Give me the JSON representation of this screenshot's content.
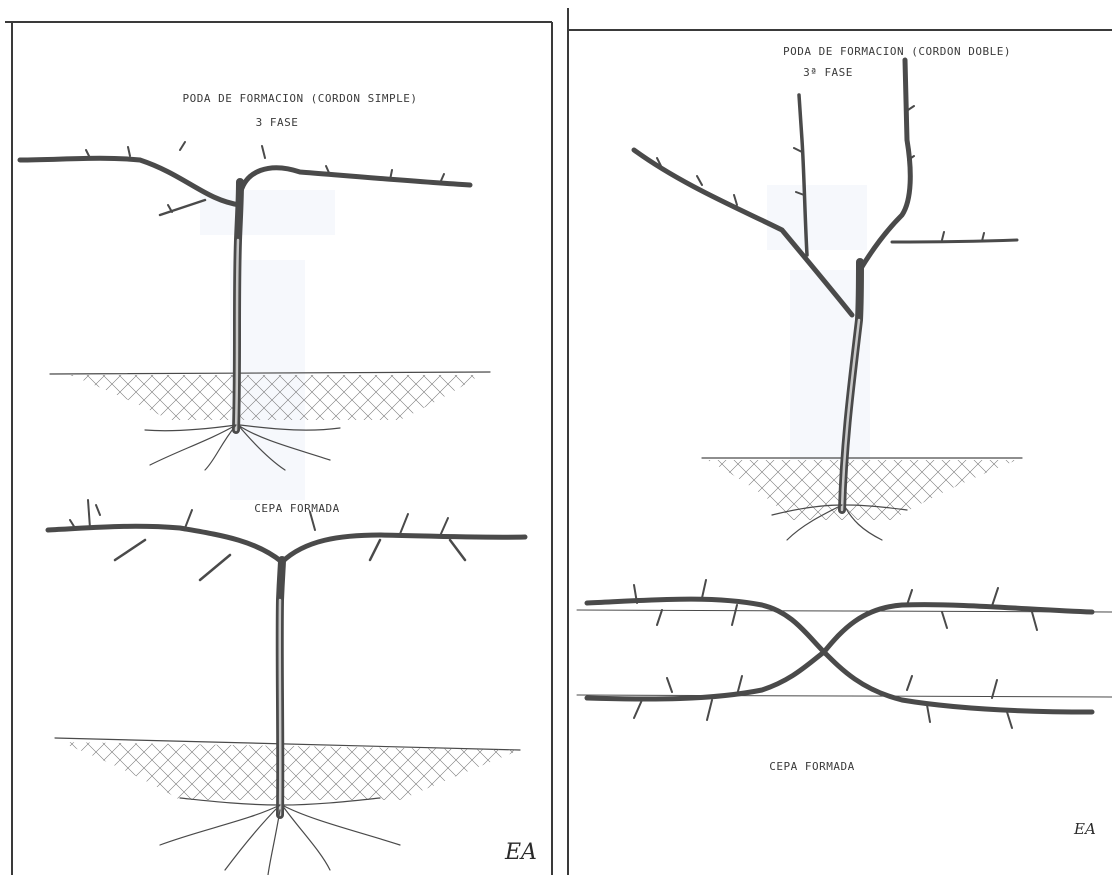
{
  "left_sheet": {
    "title": "PODA DE FORMACION (CORDON SIMPLE)",
    "phase": "3 FASE",
    "bottom_caption": "CEPA FORMADA",
    "signature": "EA"
  },
  "right_sheet": {
    "title": "PODA DE FORMACION  (CORDON DOBLE)",
    "phase": "3ª FASE",
    "bottom_caption": "CEPA FORMADA",
    "signature": "EA"
  },
  "colors": {
    "pencil": "#4a4a4a",
    "frame": "#3a3a3a",
    "paper": "#ffffff"
  }
}
